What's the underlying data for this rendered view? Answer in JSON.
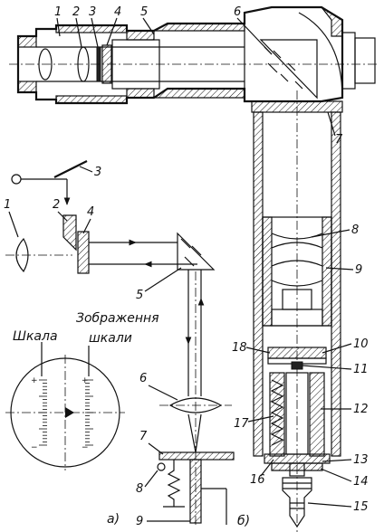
{
  "figure": {
    "top_view_labels": [
      "1",
      "2",
      "3",
      "4",
      "5",
      "6",
      "7"
    ],
    "side_view_labels": [
      "8",
      "9",
      "10",
      "11",
      "12",
      "13",
      "14",
      "15",
      "16",
      "17",
      "18"
    ],
    "schematic_labels": [
      "1",
      "2",
      "3",
      "4",
      "5",
      "6",
      "7",
      "8",
      "9"
    ],
    "scale_label": "Шкала",
    "image_label_line1": "Зображення",
    "image_label_line2": "шкали",
    "sub_a": "а)",
    "sub_b": "б)"
  }
}
